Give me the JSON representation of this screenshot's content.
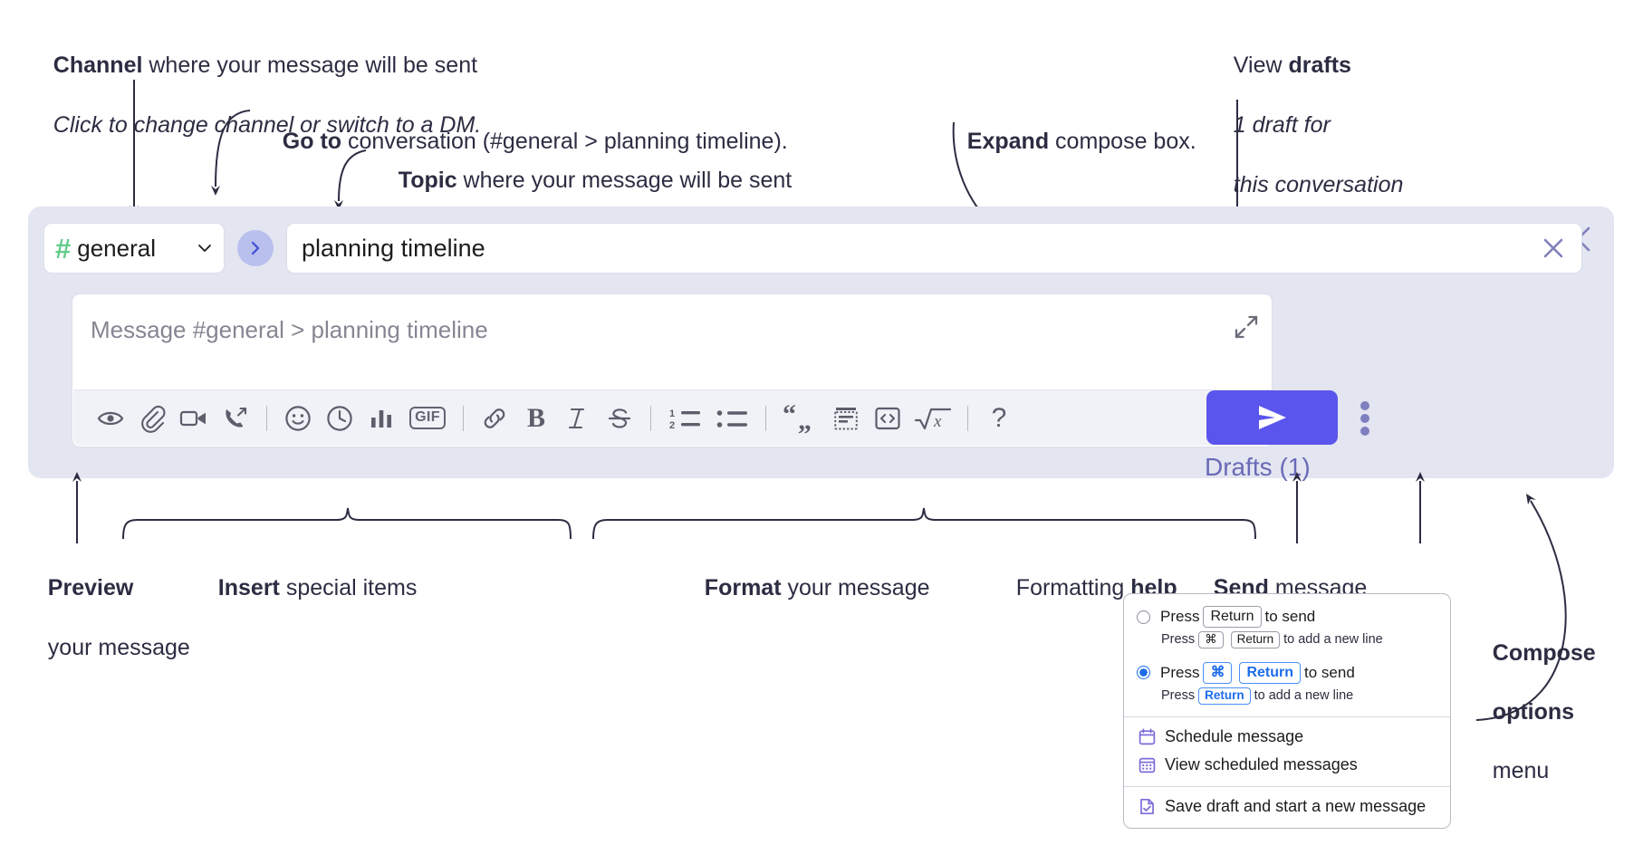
{
  "annotations": {
    "channel": {
      "bold": "Channel",
      "rest": " where your message will be sent",
      "italic": "Click to change channel or switch to a DM."
    },
    "goto": {
      "bold": "Go to",
      "rest": " conversation (#general > planning timeline)."
    },
    "topic": {
      "bold": "Topic",
      "rest": " where your message will be sent"
    },
    "expand": {
      "bold": "Expand",
      "rest": " compose box."
    },
    "drafts": {
      "plain": "View ",
      "bold": "drafts",
      "italic1": "1 draft for",
      "italic2": "this conversation"
    },
    "preview": {
      "bold": "Preview",
      "rest": "your message"
    },
    "insert": {
      "bold": "Insert",
      "rest": " special items"
    },
    "format": {
      "bold": "Format",
      "rest": " your message"
    },
    "help": {
      "plain": "Formatting ",
      "bold": "help"
    },
    "send": {
      "bold": "Send",
      "rest": " message"
    },
    "compose_options": {
      "bold1": "Compose",
      "bold2": "options",
      "rest": "menu"
    }
  },
  "compose": {
    "channel_name": "general",
    "channel_hash": "#",
    "topic_value": "planning timeline",
    "message_placeholder": "Message #general > planning timeline",
    "drafts_label": "Drafts (1)",
    "accent_color": "#5a55ec",
    "panel_bg": "#e3e5f1",
    "hash_color": "#64cb8b",
    "toolbar_items": [
      {
        "name": "preview-eye-icon",
        "label": "Preview"
      },
      {
        "name": "attachment-paperclip-icon",
        "label": "Attach file"
      },
      {
        "name": "video-camera-icon",
        "label": "Video clip"
      },
      {
        "name": "audio-call-icon",
        "label": "Audio clip"
      },
      {
        "name": "emoji-icon",
        "label": "Emoji"
      },
      {
        "name": "clock-icon",
        "label": "Reminder"
      },
      {
        "name": "bar-chart-icon",
        "label": "Poll"
      },
      {
        "name": "gif-icon",
        "label": "GIF"
      },
      {
        "name": "link-icon",
        "label": "Link"
      },
      {
        "name": "bold-icon",
        "label": "Bold"
      },
      {
        "name": "italic-icon",
        "label": "Italic"
      },
      {
        "name": "strikethrough-icon",
        "label": "Strikethrough"
      },
      {
        "name": "ordered-list-icon",
        "label": "Ordered list"
      },
      {
        "name": "bulleted-list-icon",
        "label": "Bulleted list"
      },
      {
        "name": "blockquote-icon",
        "label": "Blockquote"
      },
      {
        "name": "code-block-icon",
        "label": "Code block"
      },
      {
        "name": "inline-code-icon",
        "label": "Code"
      },
      {
        "name": "math-icon",
        "label": "Math"
      },
      {
        "name": "formatting-help-icon",
        "label": "?"
      }
    ],
    "gif_label": "GIF",
    "bold_glyph": "B",
    "italic_glyph": "I",
    "help_glyph": "?"
  },
  "menu": {
    "option1": {
      "pre": "Press",
      "key": "Return",
      "post": "to send",
      "sub_pre": "Press",
      "sub_key1": "⌘",
      "sub_key2": "Return",
      "sub_post": "to add a new line",
      "selected": false
    },
    "option2": {
      "pre": "Press",
      "key1": "⌘",
      "key2": "Return",
      "post": "to send",
      "sub_pre": "Press",
      "sub_key": "Return",
      "sub_post": "to add a new line",
      "selected": true
    },
    "items": [
      {
        "icon": "calendar-schedule-icon",
        "label": "Schedule message"
      },
      {
        "icon": "calendar-grid-icon",
        "label": "View scheduled messages"
      },
      {
        "icon": "save-draft-icon",
        "label": "Save draft and start a new message"
      }
    ]
  }
}
